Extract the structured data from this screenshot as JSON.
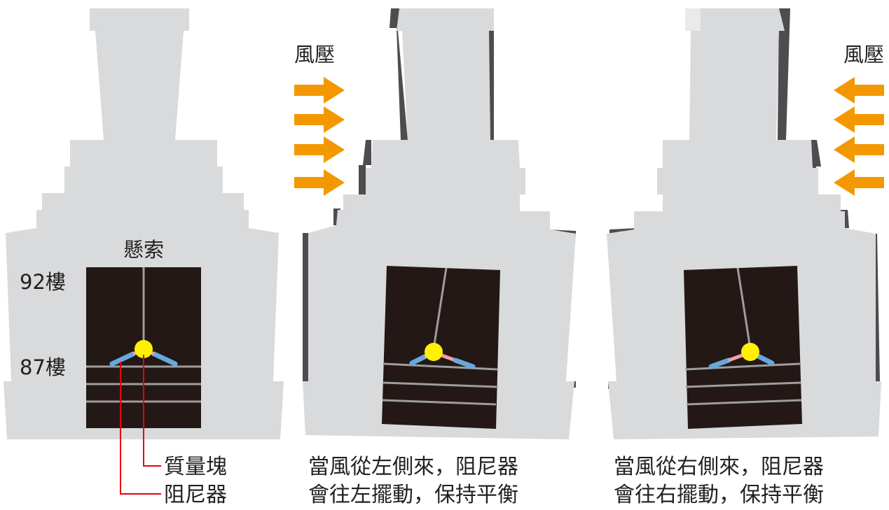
{
  "panel_left": {
    "rope_label": "懸索",
    "floor_top": "92樓",
    "floor_bottom": "87樓",
    "mass_label": "質量塊",
    "damper_label": "阻尼器"
  },
  "panel_mid": {
    "wind_label": "風壓",
    "caption_line1": "當風從左側來，阻尼器",
    "caption_line2": "會往左擺動，保持平衡"
  },
  "panel_right": {
    "wind_label": "風壓",
    "caption_line1": "當風從右側來，阻尼器",
    "caption_line2": "會往右擺動，保持平衡"
  },
  "colors": {
    "building": "#d9dadb",
    "building_shadow": "#4d4d4f",
    "chamber": "#231815",
    "rope": "#9d9d9d",
    "mass": "#fff100",
    "damper": "#67a9dc",
    "damper_joint": "#f3a0a4",
    "arrow": "#f39800",
    "leader_line": "#e60012"
  }
}
